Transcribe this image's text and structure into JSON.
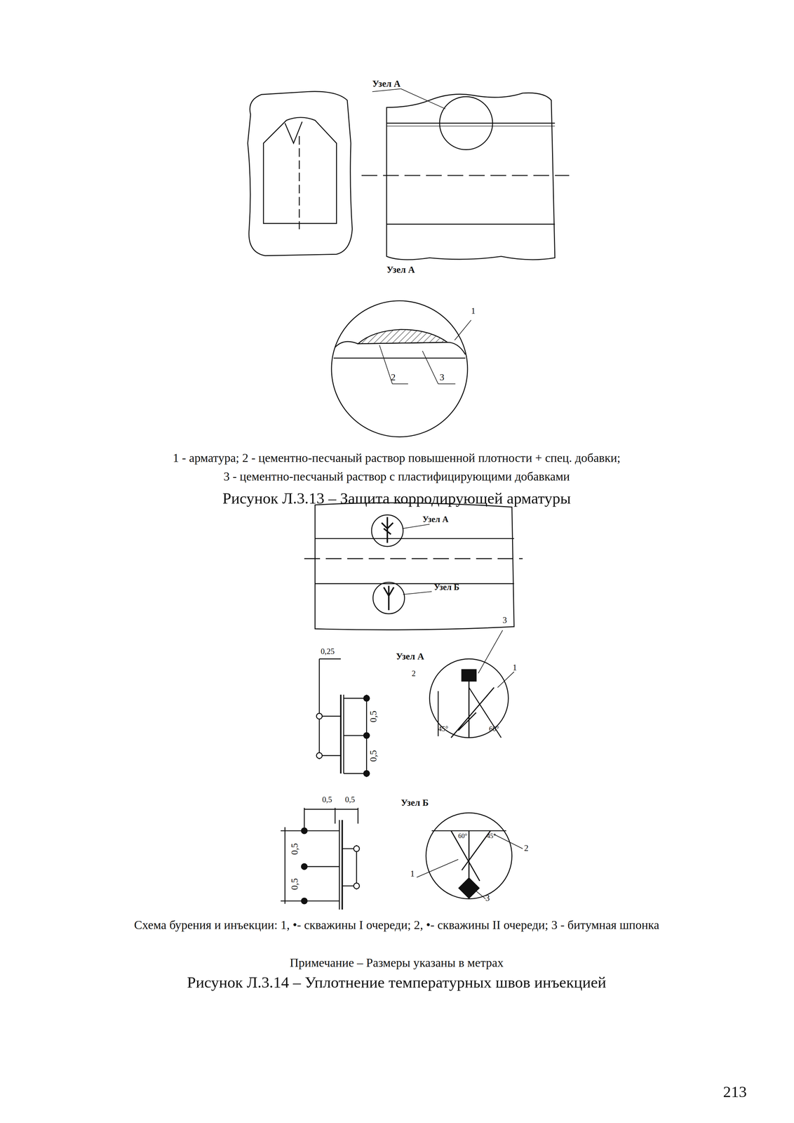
{
  "diagram": {
    "labels": [
      "Узел А",
      "Узел А",
      "1",
      "2",
      "3",
      "1 - арматура; 2 - цементно-песчаный раствор повышенной плотности + спец. добавки;",
      "3 - цементно-песчаный раствор с пластифицирующими добавками",
      "Рисунок Л.3.13 – Защита корродирующей арматуры",
      "Узел А",
      "Узел Б",
      "0,25",
      "0,5",
      "0,5",
      "Узел А",
      "3",
      "2",
      "1",
      "45°",
      "60°",
      "0,5",
      "0,5",
      "Узел Б",
      "0,5",
      "0,5",
      "60°",
      "45°",
      "2",
      "1",
      "3",
      "Схема бурения и инъекции: 1, •- скважины I очереди; 2, •- скважины II очереди; 3 - битумная шпонка",
      "Примечание – Размеры указаны в метрах",
      "Рисунок Л.3.14 – Уплотнение температурных швов инъекцией",
      "213"
    ]
  }
}
